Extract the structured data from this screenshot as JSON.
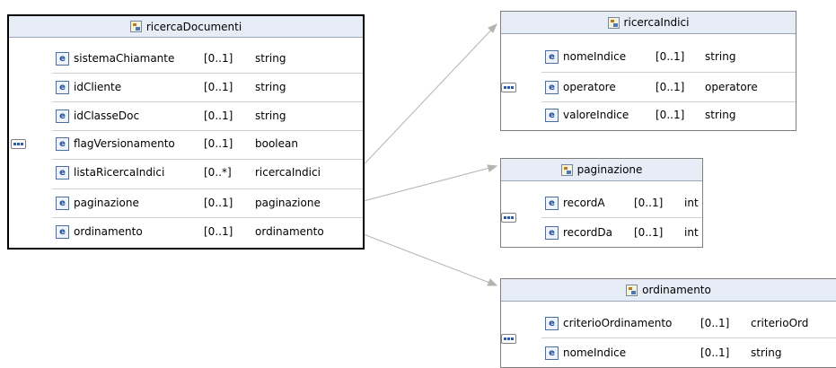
{
  "ricercaDocumenti": {
    "title": "ricercaDocumenti",
    "rows": [
      {
        "name": "sistemaChiamante",
        "card": "[0..1]",
        "type": "string"
      },
      {
        "name": "idCliente",
        "card": "[0..1]",
        "type": "string"
      },
      {
        "name": "idClasseDoc",
        "card": "[0..1]",
        "type": "string"
      },
      {
        "name": "flagVersionamento",
        "card": "[0..1]",
        "type": "boolean"
      },
      {
        "name": "listaRicercaIndici",
        "card": "[0..*]",
        "type": "ricercaIndici"
      },
      {
        "name": "paginazione",
        "card": "[0..1]",
        "type": "paginazione"
      },
      {
        "name": "ordinamento",
        "card": "[0..1]",
        "type": "ordinamento"
      }
    ]
  },
  "ricercaIndici": {
    "title": "ricercaIndici",
    "rows": [
      {
        "name": "nomeIndice",
        "card": "[0..1]",
        "type": "string"
      },
      {
        "name": "operatore",
        "card": "[0..1]",
        "type": "operatore"
      },
      {
        "name": "valoreIndice",
        "card": "[0..1]",
        "type": "string"
      }
    ]
  },
  "paginazione": {
    "title": "paginazione",
    "rows": [
      {
        "name": "recordA",
        "card": "[0..1]",
        "type": "int"
      },
      {
        "name": "recordDa",
        "card": "[0..1]",
        "type": "int"
      }
    ]
  },
  "ordinamento": {
    "title": "ordinamento",
    "rows": [
      {
        "name": "criterioOrdinamento",
        "card": "[0..1]",
        "type": "criterioOrd"
      },
      {
        "name": "nomeIndice",
        "card": "[0..1]",
        "type": "string"
      }
    ]
  },
  "icons": {
    "complex_type": "complex-type-icon",
    "element": "element-icon",
    "sequence": "sequence-compositor-icon"
  },
  "colors": {
    "header_bg": "#e7edf6",
    "element_icon": "#1f4e96",
    "connector": "#b4b4b4"
  },
  "element_glyph": "e"
}
